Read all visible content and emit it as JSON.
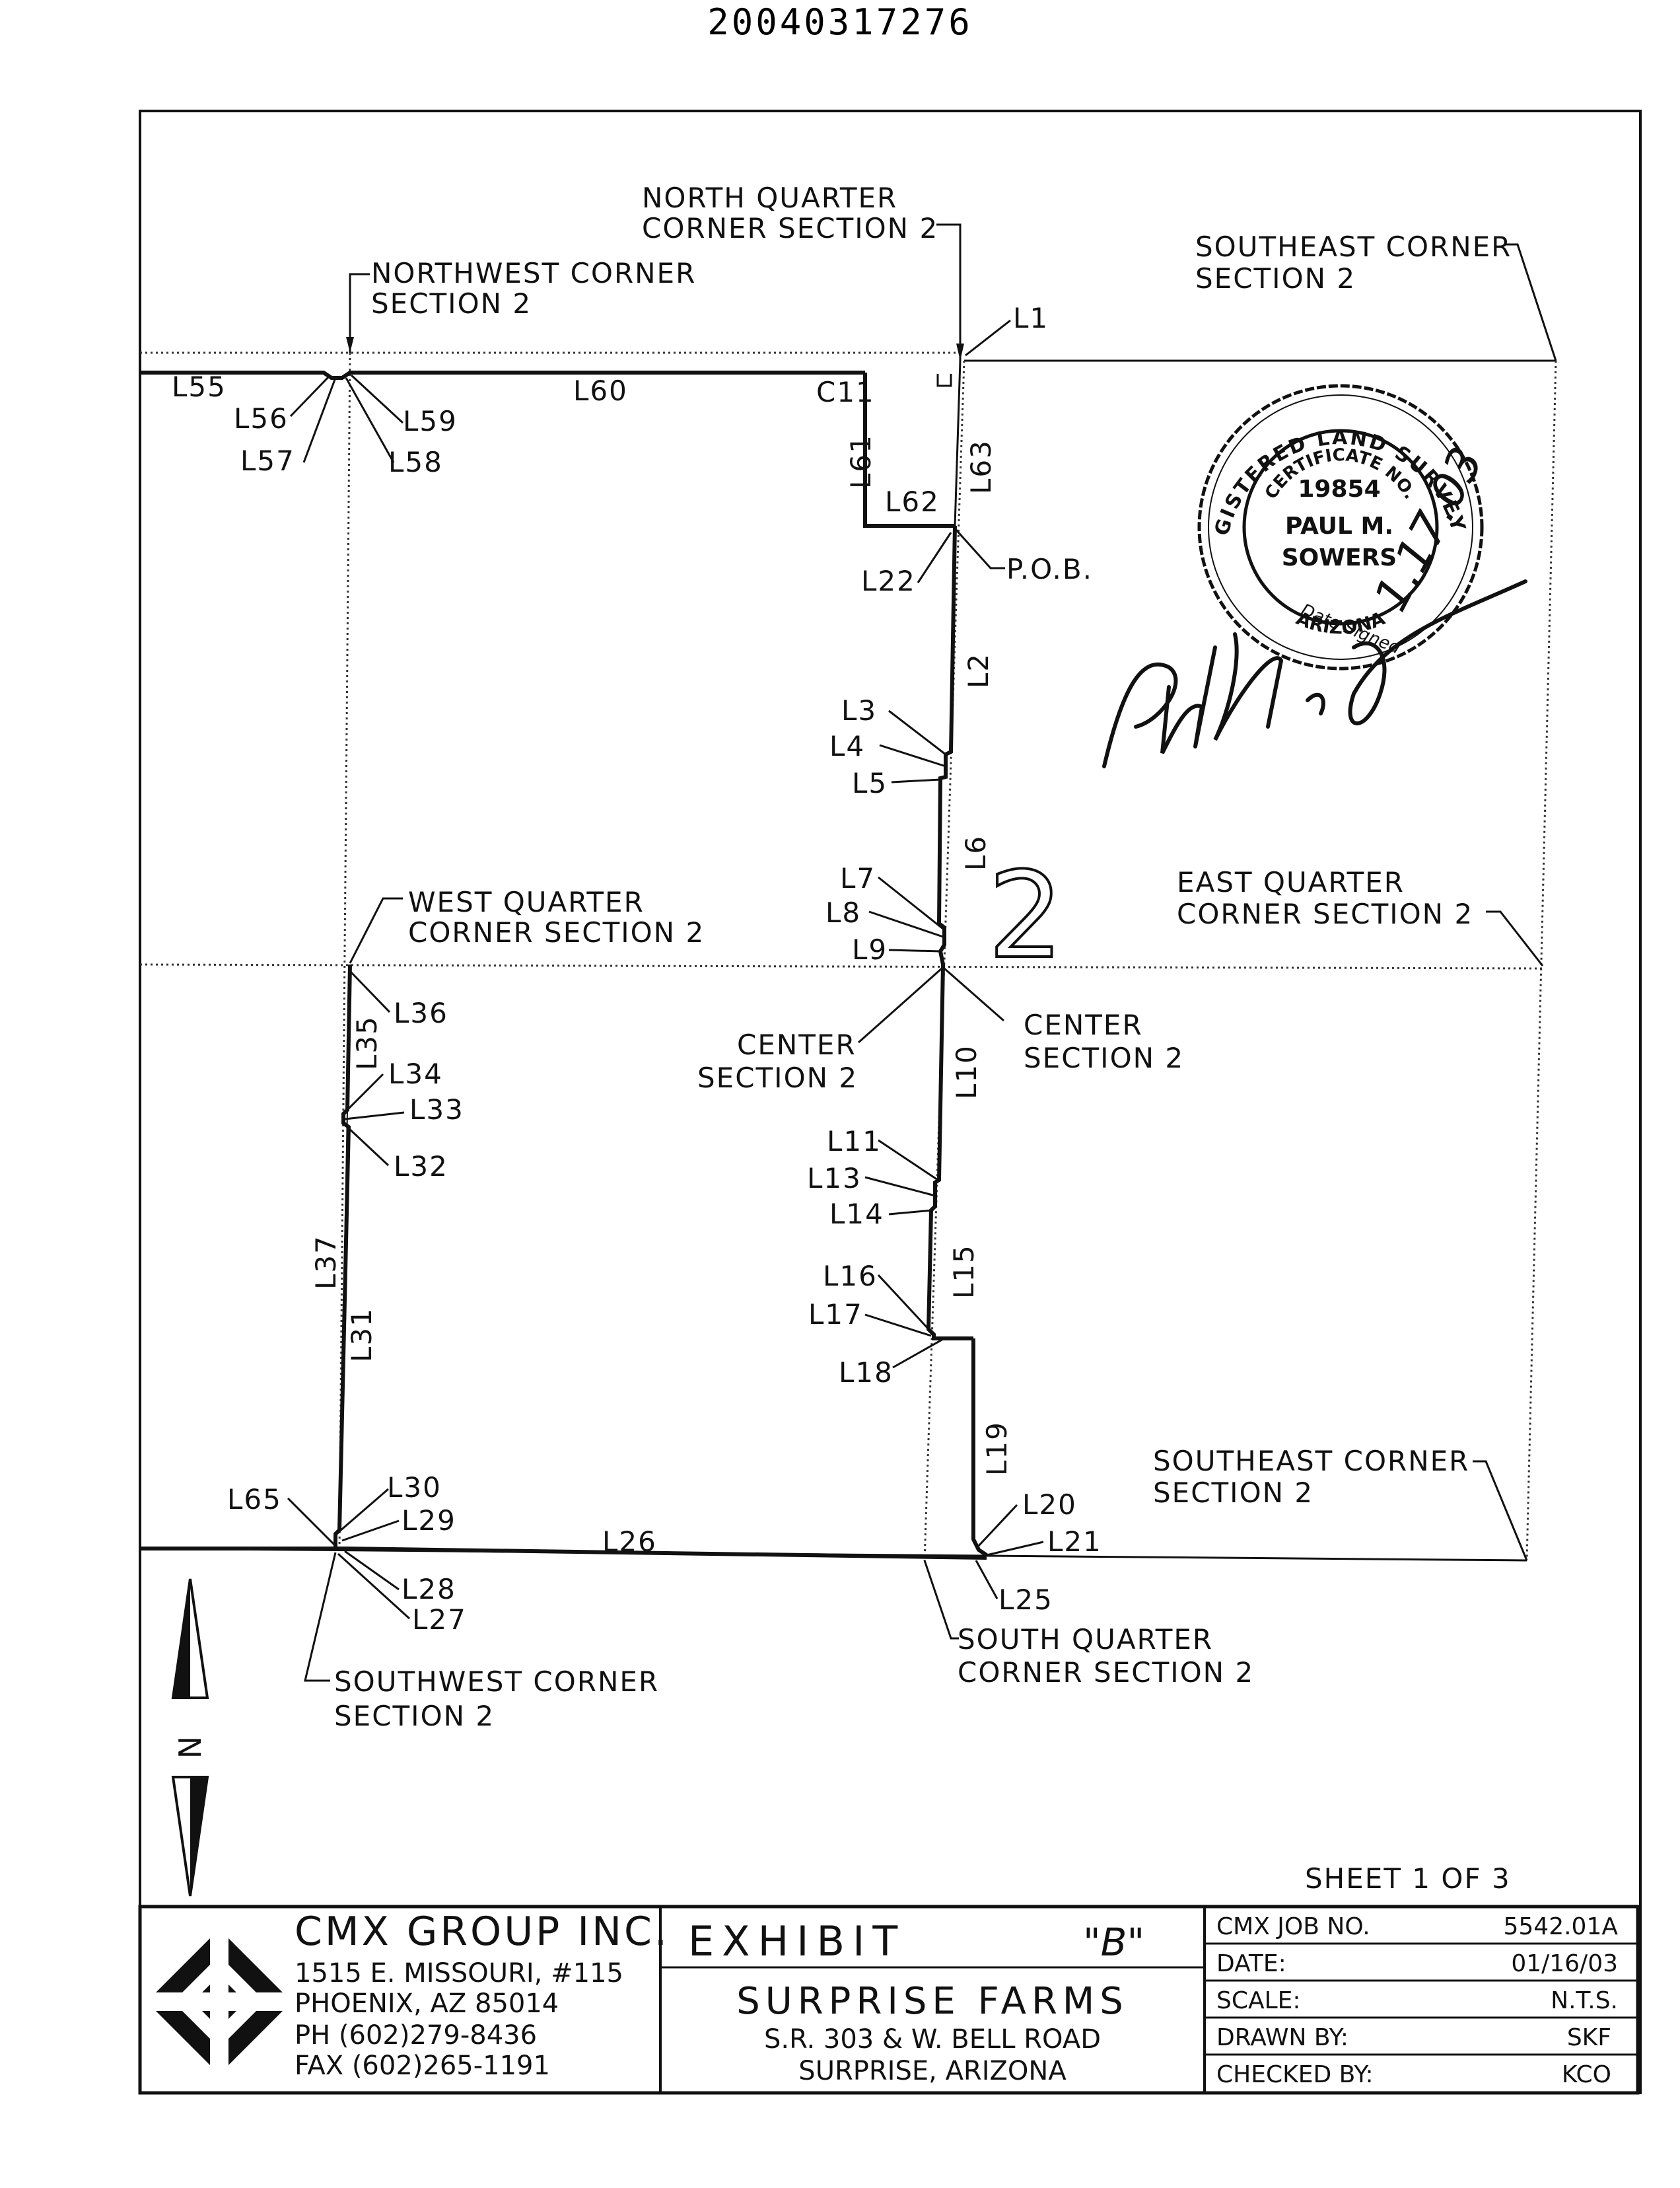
{
  "document_number": "20040317276",
  "corner_labels": {
    "north_quarter": [
      "NORTH QUARTER",
      "CORNER SECTION 2"
    ],
    "northwest": [
      "NORTHWEST CORNER",
      "SECTION 2"
    ],
    "southeast_top": [
      "SOUTHEAST CORNER",
      "SECTION 2"
    ],
    "west_quarter": [
      "WEST QUARTER",
      "CORNER SECTION 2"
    ],
    "east_quarter": [
      "EAST QUARTER",
      "CORNER SECTION 2"
    ],
    "center_left": [
      "CENTER",
      "SECTION 2"
    ],
    "center_right": [
      "CENTER",
      "SECTION 2"
    ],
    "southeast_bottom": [
      "SOUTHEAST CORNER",
      "SECTION 2"
    ],
    "southwest": [
      "SOUTHWEST CORNER",
      "SECTION 2"
    ],
    "south_quarter": [
      "SOUTH QUARTER",
      "CORNER SECTION 2"
    ],
    "pob": "P.O.B."
  },
  "section_number": "2",
  "line_labels": {
    "L1": "L1",
    "L2": "L2",
    "L3": "L3",
    "L4": "L4",
    "L5": "L5",
    "L6": "L6",
    "L7": "L7",
    "L8": "L8",
    "L9": "L9",
    "L10": "L10",
    "L11": "L11",
    "L13": "L13",
    "L14": "L14",
    "L15": "L15",
    "L16": "L16",
    "L17": "L17",
    "L18": "L18",
    "L19": "L19",
    "L20": "L20",
    "L21": "L21",
    "L22": "L22",
    "L25": "L25",
    "L26": "L26",
    "L27": "L27",
    "L28": "L28",
    "L29": "L29",
    "L30": "L30",
    "L31": "L31",
    "L32": "L32",
    "L33": "L33",
    "L34": "L34",
    "L35": "L35",
    "L36": "L36",
    "L37": "L37",
    "L55": "L55",
    "L56": "L56",
    "L57": "L57",
    "L58": "L58",
    "L59": "L59",
    "L60": "L60",
    "L61": "L61",
    "L62": "L62",
    "L63": "L63",
    "L65": "L65",
    "C11": "C11"
  },
  "north_arrow_label": "N",
  "seal": {
    "outer_text": "REGISTERED LAND SURVEYOR",
    "certificate": "CERTIFICATE NO.",
    "number": "19854",
    "name_line1": "PAUL M.",
    "name_line2": "SOWERS",
    "date_signed_label": "Date Signed",
    "state": "ARIZONA",
    "date_written": "1.17.03",
    "signature": "Paul M. Sowers"
  },
  "sheet_label": "SHEET 1 OF 3",
  "company": {
    "name": "CMX GROUP INC.",
    "address1": "1515 E. MISSOURI, #115",
    "address2": "PHOENIX, AZ 85014",
    "phone": "PH (602)279-8436",
    "fax": "FAX (602)265-1191"
  },
  "exhibit": {
    "title": "EXHIBIT",
    "letter": "\"B\"",
    "project": "SURPRISE FARMS",
    "road": "S.R. 303 & W. BELL ROAD",
    "city": "SURPRISE, ARIZONA"
  },
  "job_info": [
    {
      "label": "CMX JOB NO.",
      "value": "5542.01A"
    },
    {
      "label": "DATE:",
      "value": "01/16/03"
    },
    {
      "label": "SCALE:",
      "value": "N.T.S."
    },
    {
      "label": "DRAWN BY:",
      "value": "SKF"
    },
    {
      "label": "CHECKED BY:",
      "value": "KCO"
    }
  ]
}
